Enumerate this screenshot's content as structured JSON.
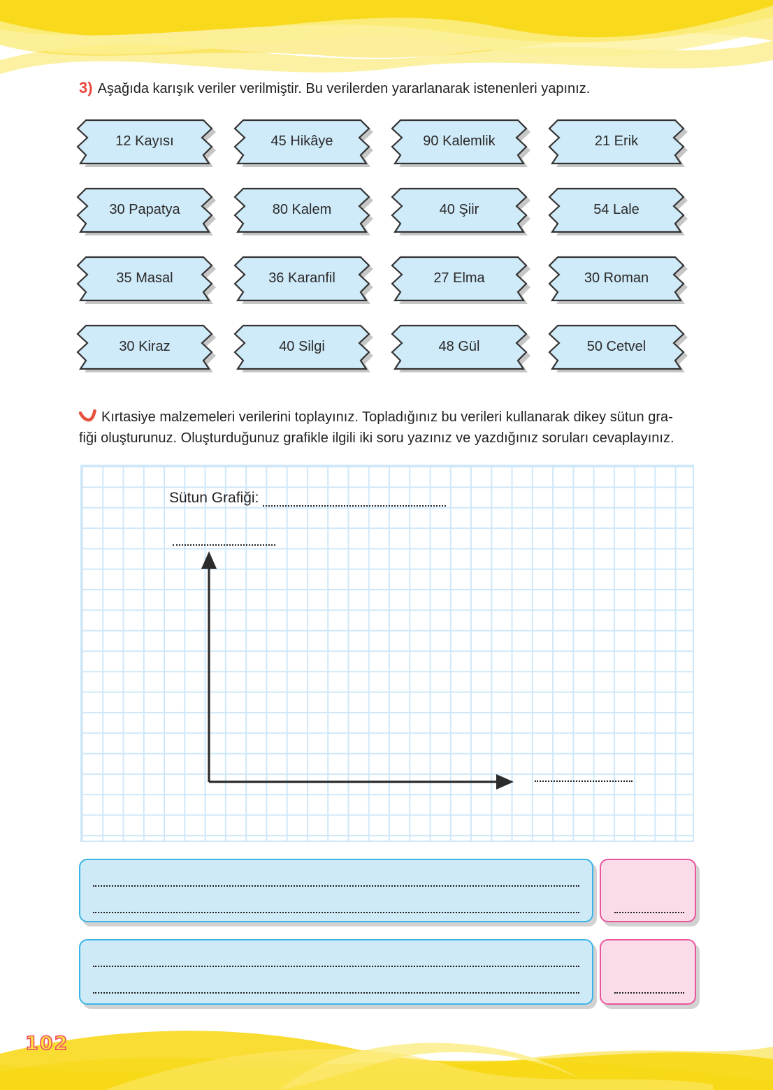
{
  "question": {
    "number": "3)",
    "text": "Aşağıda karışık veriler verilmiştir. Bu verilerden yararlanarak istenenleri yapınız."
  },
  "cards": {
    "rows": [
      [
        "12 Kayısı",
        "45 Hikâye",
        "90 Kalemlik",
        "21 Erik"
      ],
      [
        "30 Papatya",
        "80 Kalem",
        "40 Şiir",
        "54 Lale"
      ],
      [
        "35 Masal",
        "36 Karanfil",
        "27 Elma",
        "30 Roman"
      ],
      [
        "30 Kiraz",
        "40 Silgi",
        "48 Gül",
        "50 Cetvel"
      ]
    ]
  },
  "instruction": {
    "line1": "Kırtasiye malzemeleri verilerini toplayınız. Topladığınız bu verileri kullanarak dikey sütun gra-",
    "line2": "fiği oluşturunuz. Oluşturduğunuz grafikle ilgili iki soru yazınız ve yazdığınız soruları cevaplayınız."
  },
  "chart_area": {
    "title_label": "Sütun Grafiği:"
  },
  "page": {
    "number": "102"
  },
  "colors": {
    "accent_red": "#e8473c",
    "card_fill": "#cfeaf8",
    "card_border": "#333333",
    "grid_line": "#cfe8f9",
    "answer_blue_fill": "#cfeaf7",
    "answer_blue_border": "#3cb4e7",
    "answer_pink_fill": "#fadce9",
    "answer_pink_border": "#e9559c",
    "band_yellow": "#f8d70e"
  }
}
